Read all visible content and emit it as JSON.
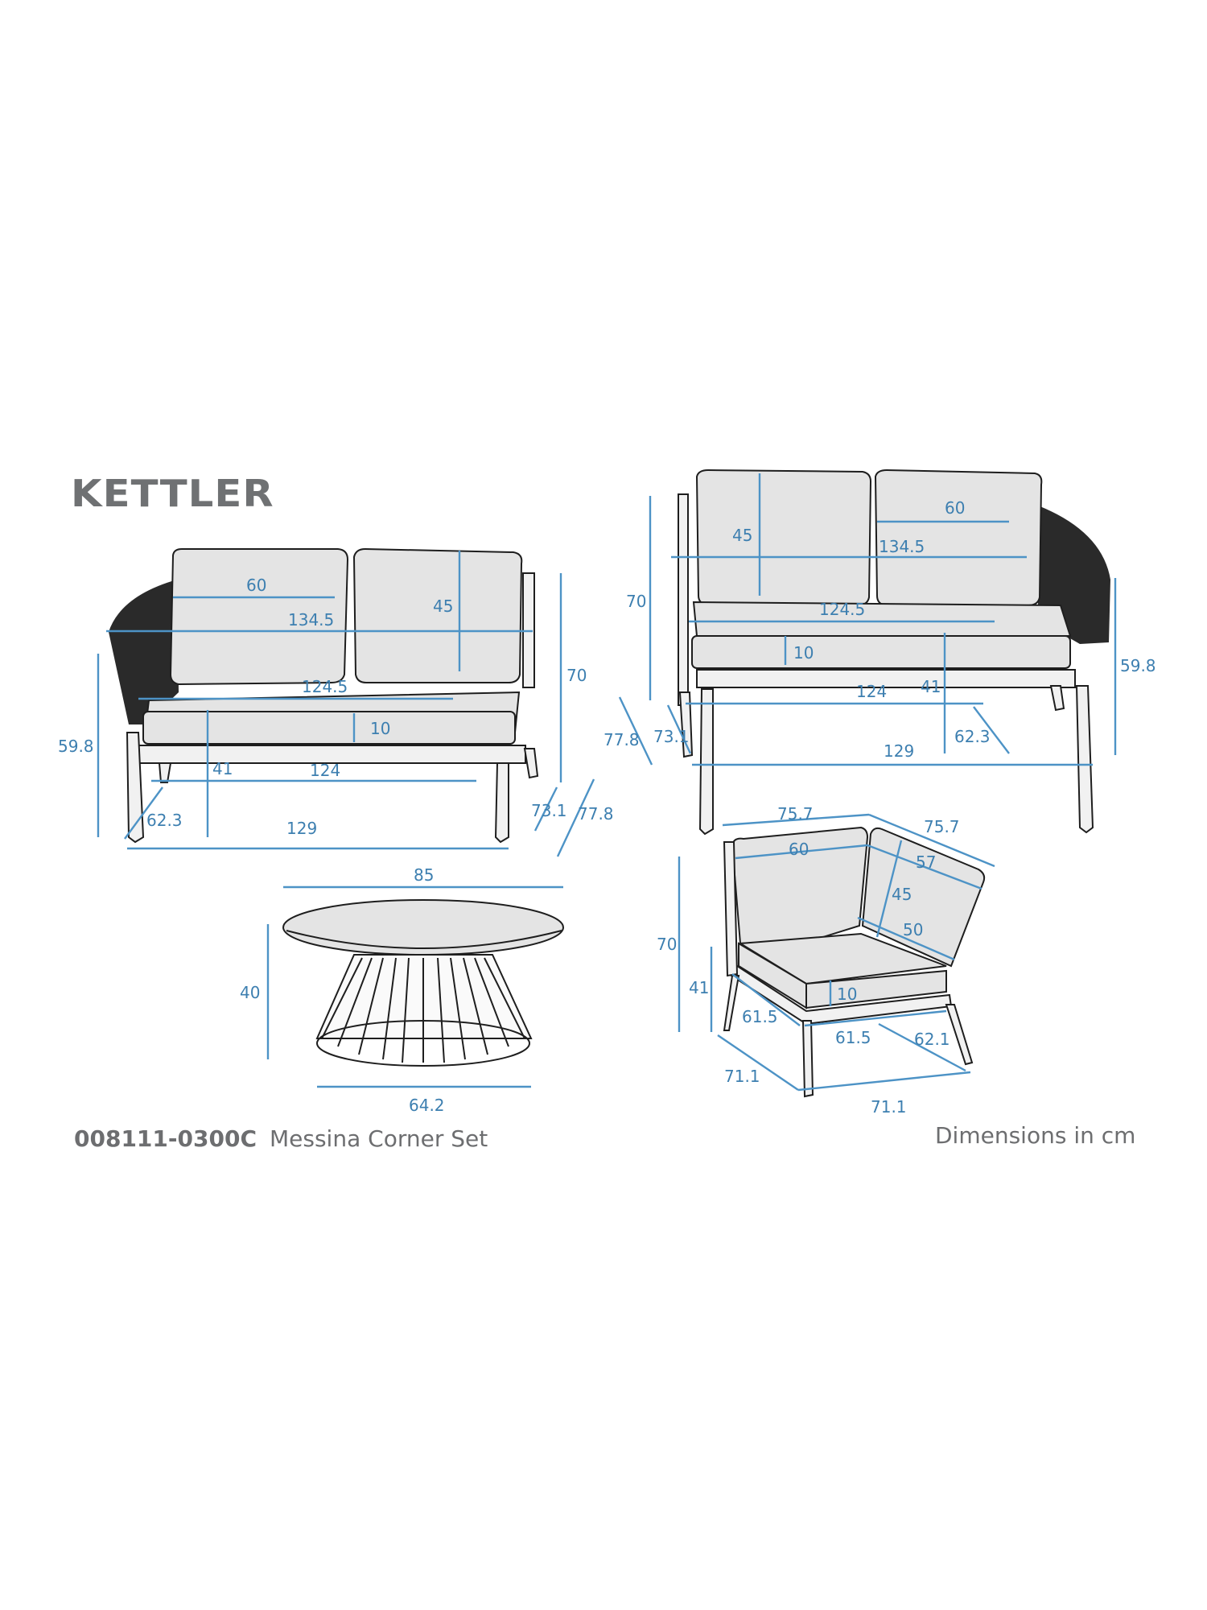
{
  "brand": {
    "logo_text": "KETTLER"
  },
  "footer": {
    "product_code": "008111-0300C",
    "product_name": "Messina Corner Set",
    "units_note": "Dimensions in cm"
  },
  "colors": {
    "dimension_line": "#4d93c6",
    "dimension_text": "#3d7fb0",
    "brand_gray": "#6f7173",
    "cushion": "#e4e4e4"
  },
  "pieces": {
    "left_sofa": {
      "name": "Left-arm 2-seater sofa",
      "dims": {
        "cushion_width": "60",
        "cushion_height": "45",
        "overall_width": "134.5",
        "seat_width": "124.5",
        "seat_thickness": "10",
        "height": "70",
        "arm_height": "59.8",
        "seat_height": "41",
        "leg_span": "124",
        "leg_depth": "62.3",
        "base_width": "129",
        "depth_a": "73.1",
        "depth_b": "77.8"
      }
    },
    "right_sofa": {
      "name": "Right-arm 2-seater sofa",
      "dims": {
        "cushion_height": "45",
        "cushion_width": "60",
        "overall_width": "134.5",
        "seat_width": "124.5",
        "seat_thickness": "10",
        "height": "70",
        "arm_height": "59.8",
        "seat_height": "41",
        "leg_span": "124",
        "leg_depth": "62.3",
        "base_width": "129",
        "depth_a": "73.1",
        "depth_b": "77.8"
      }
    },
    "coffee_table": {
      "name": "Round coffee table",
      "dims": {
        "top_diameter": "85",
        "height": "40",
        "base_diameter": "64.2"
      }
    },
    "corner_chair": {
      "name": "Corner module",
      "dims": {
        "top_width_left": "75.7",
        "top_width_right": "75.7",
        "cushion_width": "60",
        "cushion_width_right": "57",
        "cushion_height": "45",
        "seat_depth_right": "50",
        "height": "70",
        "seat_height": "41",
        "seat_thickness": "10",
        "seat_side_left": "61.5",
        "seat_side_front": "61.5",
        "seat_side_right": "62.1",
        "base_left": "71.1",
        "base_front": "71.1"
      }
    }
  }
}
